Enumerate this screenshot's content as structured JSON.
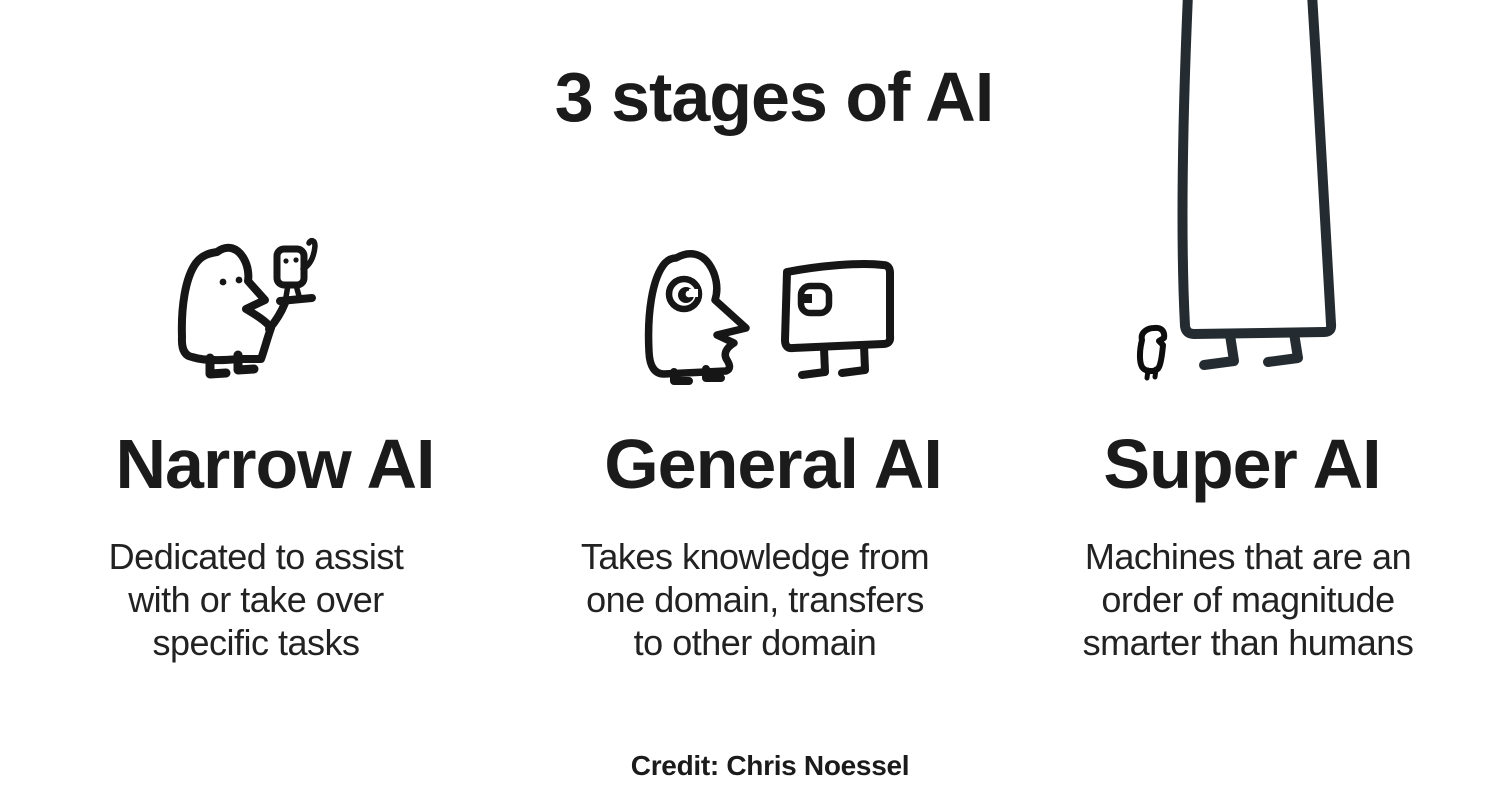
{
  "title": "3 stages of AI",
  "credit": "Credit: Chris Noessel",
  "colors": {
    "background": "#ffffff",
    "text": "#1b1b1b",
    "ink": "#161616",
    "giant_ink": "#242c31"
  },
  "stages": [
    {
      "name": "Narrow AI",
      "icon": "person-holding-small-robot-icon",
      "description_lines": [
        "Dedicated to assist",
        "with or take over",
        "specific tasks"
      ]
    },
    {
      "name": "General AI",
      "icon": "person-facing-robot-icon",
      "description_lines": [
        "Takes knowledge from",
        "one domain, transfers",
        "to other domain"
      ]
    },
    {
      "name": "Super AI",
      "icon": "giant-robot-with-tiny-person-icon",
      "description_lines": [
        "Machines that are an",
        "order of magnitude",
        "smarter than humans"
      ]
    }
  ]
}
